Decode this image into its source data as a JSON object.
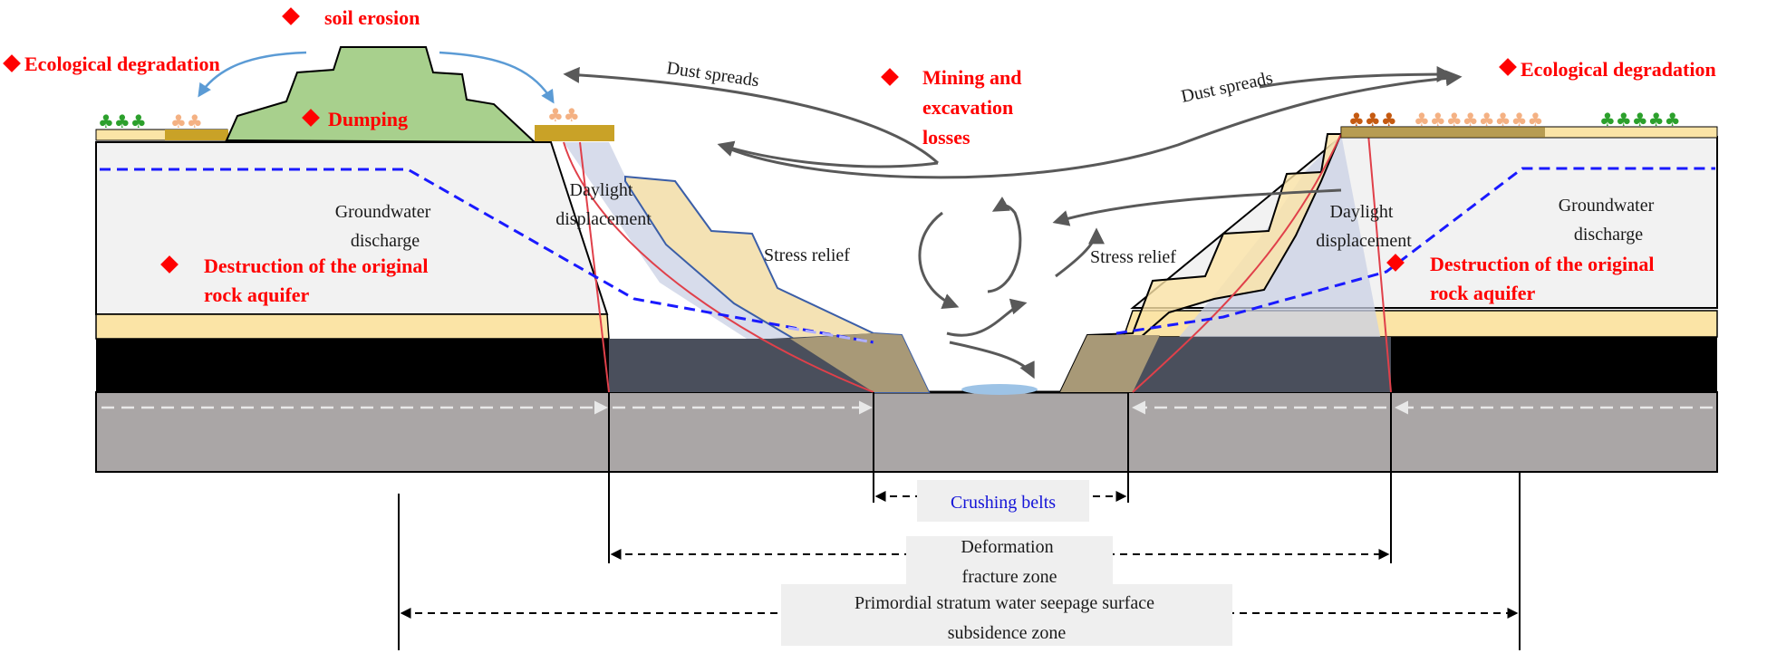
{
  "labels": {
    "soil_erosion": "soil erosion",
    "eco_left": "Ecological degradation",
    "eco_right": "Ecological degradation",
    "dumping": "Dumping",
    "mining_line1": "Mining and",
    "mining_line2": "excavation",
    "mining_line3": "losses",
    "dust_left": "Dust spreads",
    "dust_right": "Dust spreads",
    "gw_left_line1": "Groundwater",
    "gw_left_line2": "discharge",
    "gw_right_line1": "Groundwater",
    "gw_right_line2": "discharge",
    "destr_left_line1": "Destruction of the original",
    "destr_left_line2": "rock aquifer",
    "destr_right_line1": "Destruction of the original",
    "destr_right_line2": "rock aquifer",
    "daylight_left_line1": "Daylight",
    "daylight_left_line2": "displacement",
    "daylight_right_line1": "Daylight",
    "daylight_right_line2": "displacement",
    "stress_left": "Stress relief",
    "stress_right": "Stress relief",
    "crushing": "Crushing belts",
    "deform_line1": "Deformation",
    "deform_line2": "fracture zone",
    "primordial_line1": "Primordial stratum water seepage surface",
    "primordial_line2": "subsidence zone"
  },
  "colors": {
    "red": "#ff0000",
    "blue_dash": "#1a1aff",
    "stratum_light": "#f2f2f2",
    "sand": "#fbe4a6",
    "coal": "#000000",
    "bedrock": "#aaa6a6",
    "dump_green": "#a8d08d",
    "arrow_gray": "#595959",
    "arc_blue": "#5b9bd5"
  }
}
